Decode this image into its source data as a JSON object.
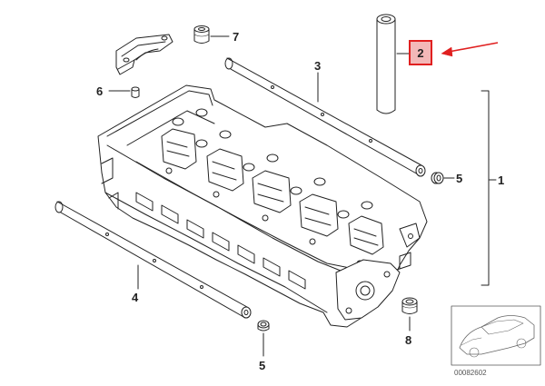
{
  "diagram": {
    "callouts": {
      "c1": "1",
      "c2": "2",
      "c3": "3",
      "c4": "4",
      "c5a": "5",
      "c5b": "5",
      "c6": "6",
      "c7": "7",
      "c8": "8"
    },
    "highlight_color": "#e02020",
    "arrow_color": "#e02020",
    "reference_number": "00082602"
  }
}
